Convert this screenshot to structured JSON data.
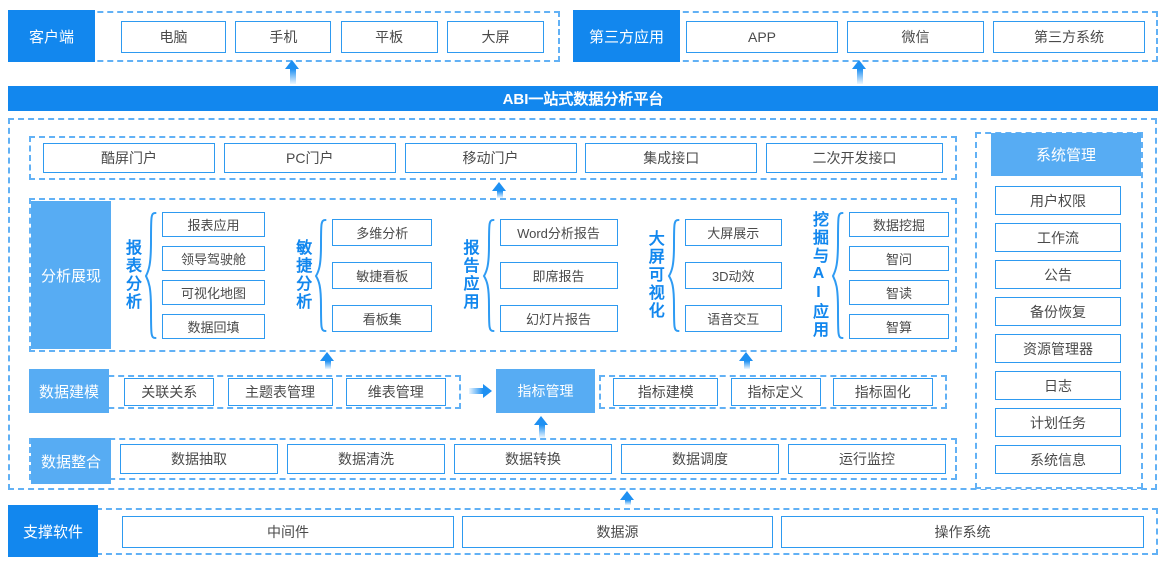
{
  "colors": {
    "primary": "#1287ee",
    "light": "#57acf3",
    "border": "#2e9af0",
    "dashed": "#62b1f5",
    "text": "#4a4a4a",
    "arrow": "#1e90f2"
  },
  "top": {
    "client": {
      "label": "客户端",
      "items": [
        "电脑",
        "手机",
        "平板",
        "大屏"
      ]
    },
    "third_party": {
      "label": "第三方应用",
      "items": [
        "APP",
        "微信",
        "第三方系统"
      ]
    }
  },
  "banner": {
    "title": "ABI一站式数据分析平台"
  },
  "portals": [
    "酷屏门户",
    "PC门户",
    "移动门户",
    "集成接口",
    "二次开发接口"
  ],
  "analysis": {
    "label": "分析展现",
    "groups": [
      {
        "name": "报表分析",
        "items": [
          "报表应用",
          "领导驾驶舱",
          "可视化地图",
          "数据回填"
        ]
      },
      {
        "name": "敏捷分析",
        "items": [
          "多维分析",
          "敏捷看板",
          "看板集"
        ]
      },
      {
        "name": "报告应用",
        "items": [
          "Word分析报告",
          "即席报告",
          "幻灯片报告"
        ]
      },
      {
        "name": "大屏可视化",
        "items": [
          "大屏展示",
          "3D动效",
          "语音交互"
        ]
      },
      {
        "name": "挖掘与AI应用",
        "items": [
          "数据挖掘",
          "智问",
          "智读",
          "智算"
        ]
      }
    ]
  },
  "modeling": {
    "label": "数据建模",
    "items": [
      "关联关系",
      "主题表管理",
      "维表管理"
    ],
    "highlight": "指标管理",
    "indicator_items": [
      "指标建模",
      "指标定义",
      "指标固化"
    ]
  },
  "integration": {
    "label": "数据整合",
    "items": [
      "数据抽取",
      "数据清洗",
      "数据转换",
      "数据调度",
      "运行监控"
    ]
  },
  "system": {
    "label": "系统管理",
    "items": [
      "用户权限",
      "工作流",
      "公告",
      "备份恢复",
      "资源管理器",
      "日志",
      "计划任务",
      "系统信息"
    ]
  },
  "support": {
    "label": "支撑软件",
    "items": [
      "中间件",
      "数据源",
      "操作系统"
    ]
  }
}
